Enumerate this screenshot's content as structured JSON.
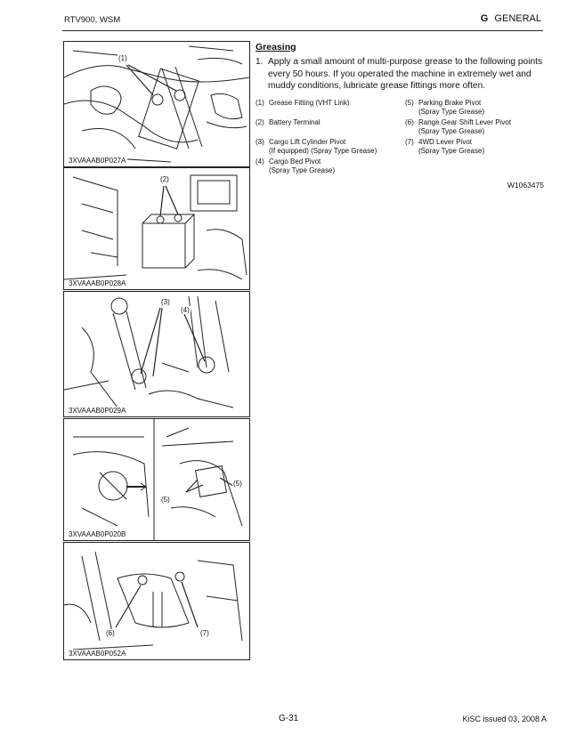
{
  "header": {
    "left": "RTV900, WSM",
    "section_letter": "G",
    "section_name": "GENERAL"
  },
  "figures": [
    {
      "code": "3XVAAAB0P027A",
      "callouts": [
        "(1)"
      ]
    },
    {
      "code": "3XVAAAB0P028A",
      "callouts": [
        "(2)"
      ]
    },
    {
      "code": "3XVAAAB0P029A",
      "callouts": [
        "(3)",
        "(4)"
      ]
    },
    {
      "code": "3XVAAAB0P020B",
      "callouts": [
        "(5)",
        "(5)"
      ]
    },
    {
      "code": "3XVAAAB0P052A",
      "callouts": [
        "(6)",
        "(7)"
      ]
    }
  ],
  "content": {
    "title": "Greasing",
    "step_num": "1.",
    "step_text": "Apply a small amount of multi-purpose grease to the following points every 50 hours. If you operated the machine in extremely wet and muddy conditions, lubricate grease fittings more often.",
    "legend": [
      {
        "n": "(1)",
        "text": "Grease Fitting (VHT Link)",
        "sub": ""
      },
      {
        "n": "(5)",
        "text": "Parking Brake Pivot",
        "sub": "(Spray Type Grease)"
      },
      {
        "n": "(2)",
        "text": "Battery Terminal",
        "sub": ""
      },
      {
        "n": "(6)",
        "text": "Range Gear Shift Lever Pivot",
        "sub": "(Spray Type Grease)"
      },
      {
        "n": "(3)",
        "text": "Cargo Lift Cylinder Pivot",
        "sub": "(If equipped) (Spray Type Grease)"
      },
      {
        "n": "(7)",
        "text": "4WD Lever Pivot",
        "sub": "(Spray Type Grease)"
      },
      {
        "n": "(4)",
        "text": "Cargo Bed Pivot",
        "sub": "(Spray Type Grease)"
      }
    ],
    "ref_code": "W1063475"
  },
  "footer": {
    "page": "G-31",
    "issue": "KiSC issued 03, 2008 A"
  }
}
